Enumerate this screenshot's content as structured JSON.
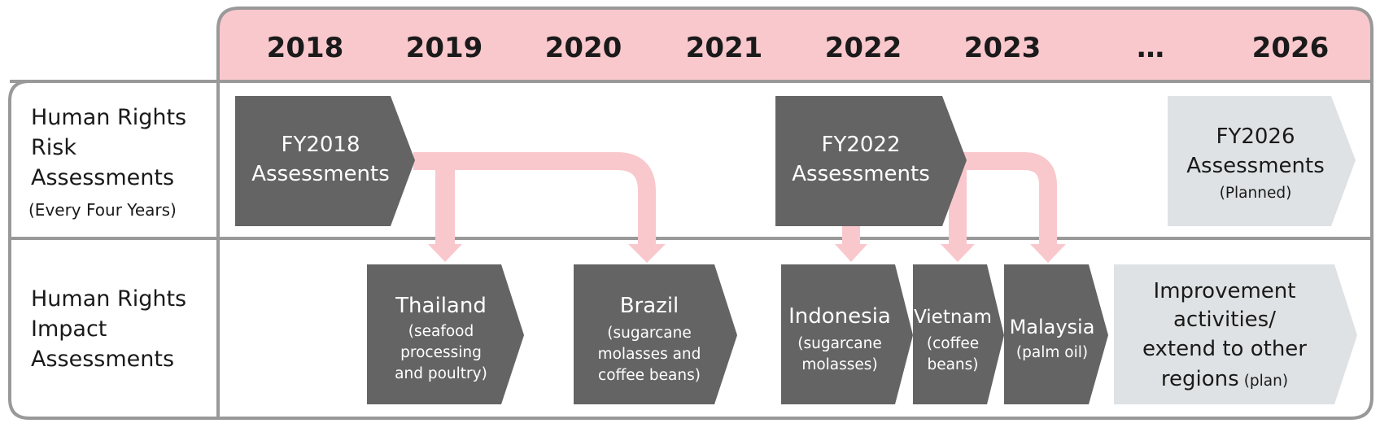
{
  "colors": {
    "header_fill": "#f9c8cd",
    "frame": "#999999",
    "dark_box": "#646464",
    "light_box": "#dfe2e4",
    "arrow": "#f9c8cd",
    "dark_text": "#1a1a1a"
  },
  "years": [
    "2018",
    "2019",
    "2020",
    "2021",
    "2022",
    "2023",
    "…",
    "2026"
  ],
  "rows": {
    "risk": {
      "lines": [
        "Human Rights",
        "Risk",
        "Assessments"
      ],
      "sub": "(Every Four Years)"
    },
    "impact": {
      "lines": [
        "Human Rights",
        "Impact",
        "Assessments"
      ]
    }
  },
  "risk_boxes": [
    {
      "style": "dark",
      "lines": [
        "FY2018",
        "Assessments"
      ]
    },
    {
      "style": "dark",
      "lines": [
        "FY2022",
        "Assessments"
      ]
    },
    {
      "style": "light",
      "lines": [
        "FY2026",
        "Assessments",
        "(Planned)"
      ]
    }
  ],
  "impact_boxes": [
    {
      "style": "dark",
      "title": "Thailand",
      "sub": [
        "(seafood",
        "processing",
        "and poultry)"
      ]
    },
    {
      "style": "dark",
      "title": "Brazil",
      "sub": [
        "(sugarcane",
        "molasses and",
        "coffee beans)"
      ]
    },
    {
      "style": "dark",
      "title": "Indonesia",
      "sub": [
        "(sugarcane",
        "molasses)"
      ]
    },
    {
      "style": "dark",
      "title": "Vietnam",
      "sub": [
        "(coffee",
        "beans)"
      ]
    },
    {
      "style": "dark",
      "title": "Malaysia",
      "sub": [
        "(palm oil)"
      ]
    },
    {
      "style": "light",
      "lines": [
        "Improvement",
        "activities/",
        "extend to other"
      ],
      "last_main": "regions",
      "last_small": "(plan)"
    }
  ]
}
